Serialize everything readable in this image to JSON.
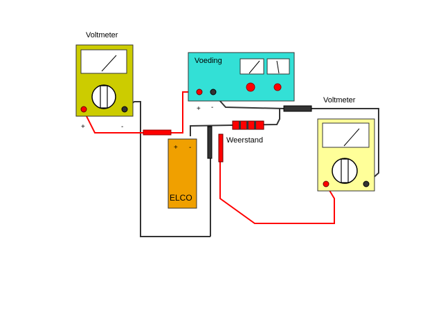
{
  "voltmeter_left": {
    "title": "Voltmeter",
    "plus": "+",
    "minus": "-",
    "body_color": "#cccc00"
  },
  "voltmeter_right": {
    "title": "Voltmeter",
    "plus": "+",
    "minus": "-",
    "body_color": "#ffff99"
  },
  "power_supply": {
    "title": "Voeding",
    "plus": "+",
    "minus": "-",
    "body_color": "#33e0d6",
    "knob_color": "#ff0000"
  },
  "capacitor": {
    "label": "ELCO",
    "plus": "+",
    "minus": "-",
    "body_color": "#f0a000"
  },
  "resistor": {
    "label": "Weerstand",
    "body_color": "#ff0000"
  },
  "wire_colors": {
    "positive": "#ff0000",
    "negative": "#333333"
  }
}
